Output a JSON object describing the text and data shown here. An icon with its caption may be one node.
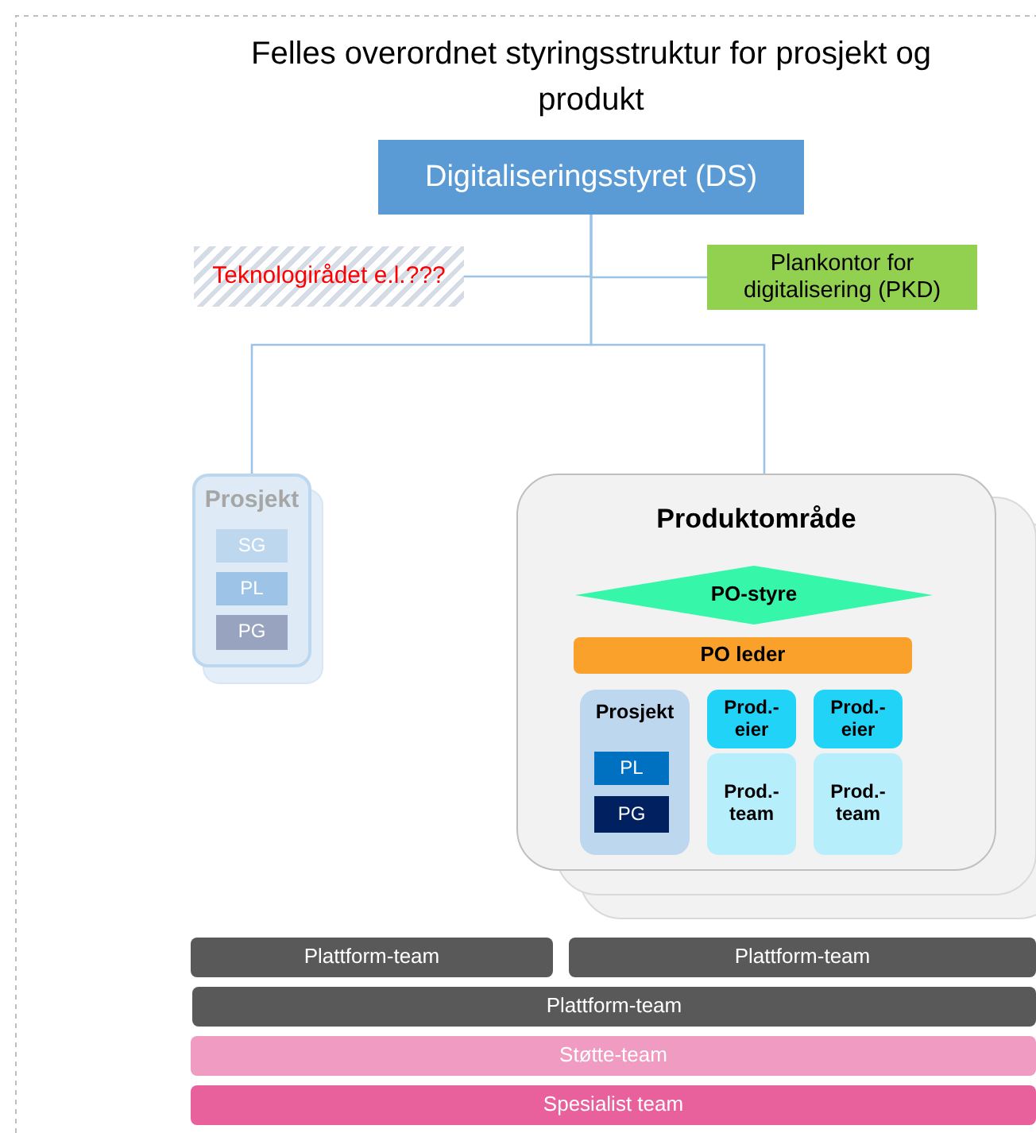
{
  "diagram": {
    "title": "Felles overordnet styringsstruktur for prosjekt og produkt",
    "nodes": [
      {
        "text": [
          "Digitaliseringsstyret (DS)"
        ]
      },
      {
        "text": [
          "Teknologirådet e.l.???"
        ]
      },
      {
        "text": [
          "Plankontor for digitalisering  (PKD)"
        ]
      },
      {
        "text": [
          "Prosjekt"
        ]
      },
      {
        "text": [
          "SG"
        ],
        "in": 3
      },
      {
        "text": [
          "PL"
        ],
        "in": 3
      },
      {
        "text": [
          "PG"
        ],
        "in": 3
      },
      {
        "text": [
          "Produktområde"
        ]
      },
      {
        "text": [
          "PO-styre"
        ],
        "in": 7
      },
      {
        "text": [
          "PO leder"
        ],
        "in": 7
      },
      {
        "text": [
          "Prosjekt"
        ],
        "in": 7
      },
      {
        "text": [
          "PL"
        ],
        "in": 10
      },
      {
        "text": [
          "PG"
        ],
        "in": 10
      },
      {
        "text": [
          "Prod.- eier"
        ],
        "in": 7
      },
      {
        "text": [
          "Prod.- team"
        ],
        "in": 7
      },
      {
        "text": [
          "Prod.- eier"
        ],
        "in": 7
      },
      {
        "text": [
          "Prod.- team"
        ],
        "in": 7
      },
      {
        "text": [
          "Plattform-team"
        ]
      },
      {
        "text": [
          "Plattform-team"
        ]
      },
      {
        "text": [
          "Plattform-team"
        ]
      },
      {
        "text": [
          "Støtte-team"
        ]
      },
      {
        "text": [
          "Spesialist team"
        ]
      }
    ],
    "edges": [
      {
        "from": 0,
        "to": 1,
        "arrow": "none"
      },
      {
        "from": 0,
        "to": 2,
        "arrow": "none"
      },
      {
        "from": 0,
        "to": 3,
        "arrow": "none"
      },
      {
        "from": 0,
        "to": 7,
        "arrow": "none"
      }
    ]
  }
}
